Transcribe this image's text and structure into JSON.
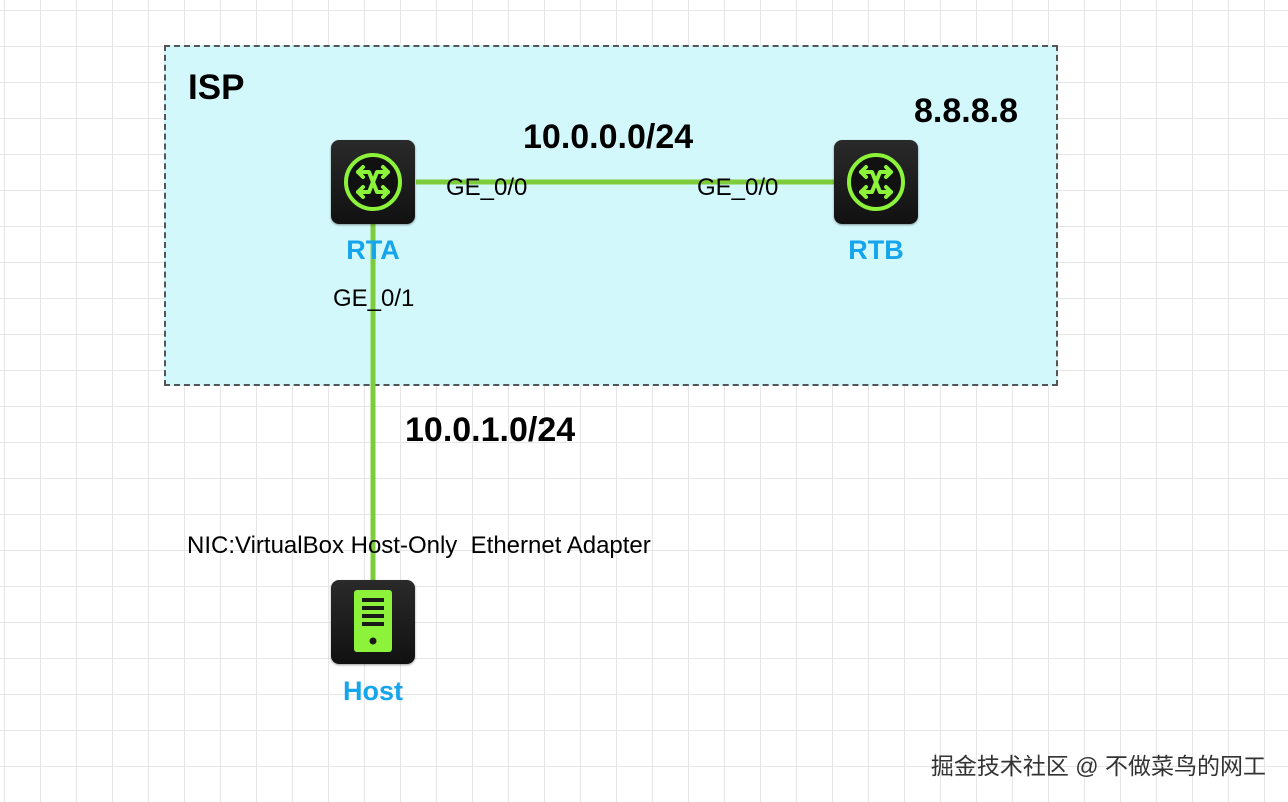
{
  "zone": {
    "title": "ISP"
  },
  "devices": {
    "rta": {
      "label": "RTA",
      "icon": "router-icon"
    },
    "rtb": {
      "label": "RTB",
      "icon": "router-icon"
    },
    "host": {
      "label": "Host",
      "icon": "server-icon"
    }
  },
  "interfaces": {
    "rta_ge00": "GE_0/0",
    "rtb_ge00": "GE_0/0",
    "rta_ge01": "GE_0/1",
    "host_nic": "NIC:VirtualBox Host-Only  Ethernet Adapter"
  },
  "networks": {
    "rta_rtb": "10.0.0.0/24",
    "rta_host": "10.0.1.0/24",
    "rtb_address": "8.8.8.8"
  },
  "watermark": "掘金技术社区 @ 不做菜鸟的网工",
  "colors": {
    "link": "#7ccc3c",
    "device_accent": "#8cf33a",
    "device_body": "#1a1a1a",
    "device_label": "#14a5ec",
    "zone_fill": "#d3f8fc"
  }
}
